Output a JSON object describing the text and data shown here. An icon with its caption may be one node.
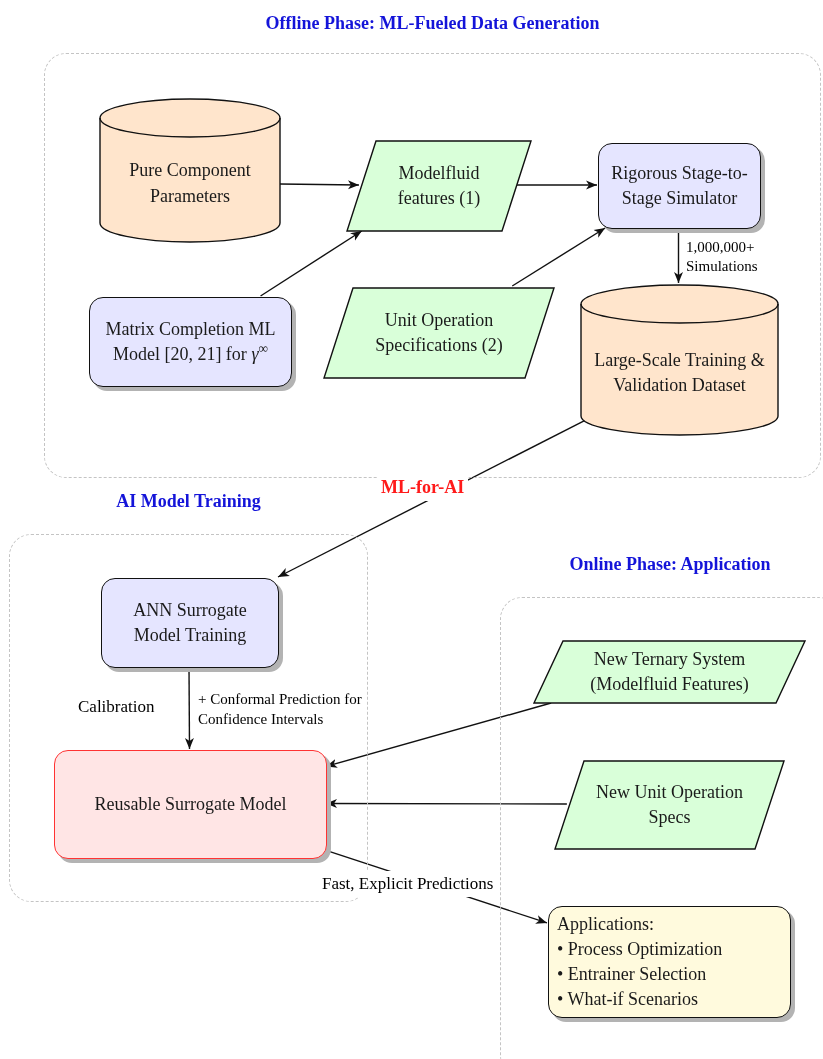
{
  "diagram": {
    "nodes": [
      {
        "text": [
          "Offline Phase: ML-Fueled Data Generation"
        ]
      },
      {
        "text": [
          "Pure Component Parameters"
        ],
        "in": 0
      },
      {
        "text": [
          "Modelfluid features (1)"
        ],
        "in": 0
      },
      {
        "text": [
          "Rigorous Stage-to-Stage Simulator"
        ],
        "in": 0
      },
      {
        "text": [
          "Matrix Completion ML Model [20, 21] for *γ*$^{∞}$"
        ],
        "in": 0
      },
      {
        "text": [
          "Unit Operation Specifications (2)"
        ],
        "in": 0
      },
      {
        "text": [
          "Large-Scale Training & Validation Dataset"
        ],
        "in": 0
      },
      {
        "text": [
          "AI Model Training"
        ]
      },
      {
        "text": [
          "ANN Surrogate Model Training"
        ],
        "in": 7
      },
      {
        "text": [
          "Reusable Surrogate Model"
        ],
        "in": 7
      },
      {
        "text": [
          "Online Phase: Application"
        ]
      },
      {
        "text": [
          "New Ternary System (Modelfluid Features)"
        ],
        "in": 10
      },
      {
        "text": [
          "New Unit Operation Specs"
        ],
        "in": 10
      },
      {
        "text": [
          "Applications:",
          "• Process Optimization",
          "• Entrainer Selection",
          "• What-if Scenarios"
        ],
        "in": 10
      }
    ],
    "edges": [
      {
        "from": 1,
        "to": 2,
        "arrow": "to"
      },
      {
        "from": 2,
        "to": 3,
        "arrow": "to"
      },
      {
        "from": 4,
        "to": 2,
        "arrow": "to"
      },
      {
        "from": 5,
        "to": 3,
        "arrow": "to"
      },
      {
        "from": 3,
        "to": 6,
        "arrow": "to",
        "label": "1,000,000+ Simulations"
      },
      {
        "from": 6,
        "to": 8,
        "arrow": "to",
        "label": "ML-for-AI"
      },
      {
        "from": 8,
        "to": 9,
        "arrow": "to",
        "label": "Calibration"
      },
      {
        "from": 11,
        "to": 9,
        "arrow": "to"
      },
      {
        "from": 12,
        "to": 9,
        "arrow": "to"
      },
      {
        "from": 9,
        "to": 13,
        "arrow": "to",
        "label": "Fast, Explicit Predictions"
      }
    ],
    "labels": [
      "+ Conformal Prediction for Confidence Intervals"
    ]
  }
}
